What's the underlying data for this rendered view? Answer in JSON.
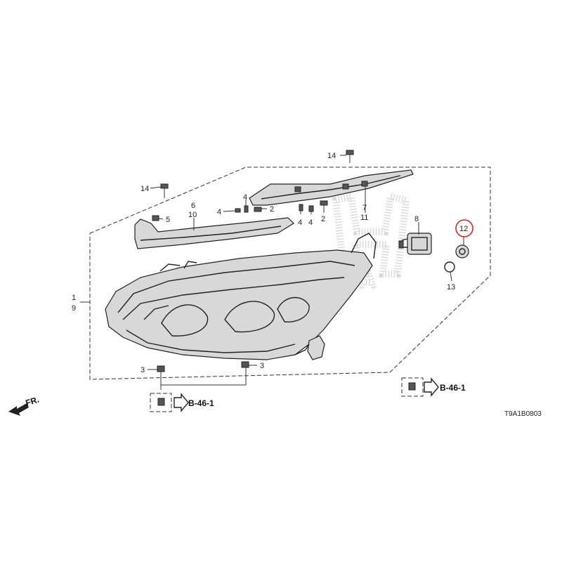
{
  "callouts": {
    "c1": "1",
    "c9": "9",
    "c2a": "2",
    "c2b": "2",
    "c3a": "3",
    "c3b": "3",
    "c4a": "4",
    "c4b": "4",
    "c4c": "4",
    "c4d": "4",
    "c5": "5",
    "c6": "6",
    "c10": "10",
    "c7": "7",
    "c11": "11",
    "c8": "8",
    "c12": "12",
    "c13": "13",
    "c14a": "14",
    "c14b": "14"
  },
  "refs": {
    "ref_left": "B-46-1",
    "ref_right": "B-46-1",
    "front": "FR."
  },
  "watermark": "HONDA",
  "diagram_code": "T9A1B0803",
  "colors": {
    "highlight_circle": "#d9252a",
    "watermark": "#cfcfcf"
  }
}
